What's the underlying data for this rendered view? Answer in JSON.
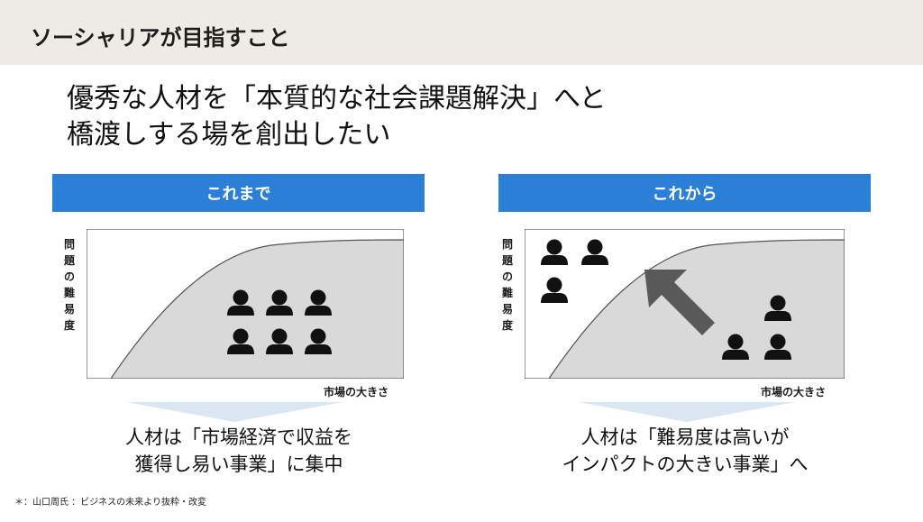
{
  "header": {
    "title": "ソーシャリアが目指すこと"
  },
  "headline": {
    "line1": "優秀な人材を「本質的な社会課題解決」へと",
    "line2": "橋渡しする場を創出したい"
  },
  "panels": [
    {
      "label": "これまで",
      "y_axis_chars": [
        "問",
        "題",
        "の",
        "難",
        "易",
        "度"
      ],
      "x_axis_label": "市場の大きさ",
      "caption_line1": "人材は「市場経済で収益を",
      "caption_line2": "獲得し易い事業」に集中"
    },
    {
      "label": "これから",
      "y_axis_chars": [
        "問",
        "題",
        "の",
        "難",
        "易",
        "度"
      ],
      "x_axis_label": "市場の大きさ",
      "caption_line1": "人材は「難易度は高いが",
      "caption_line2": "インパクトの大きい事業」へ"
    }
  ],
  "footnote": "＊：山口周氏 ：ビジネスの未来より抜粋・改変",
  "colors": {
    "header_bg": "#eeebe7",
    "bar_blue": "#2b7fd6",
    "curve_fill": "#d9d9d9",
    "arrow": "#595959",
    "down_arrow": "#dbe6f3"
  }
}
